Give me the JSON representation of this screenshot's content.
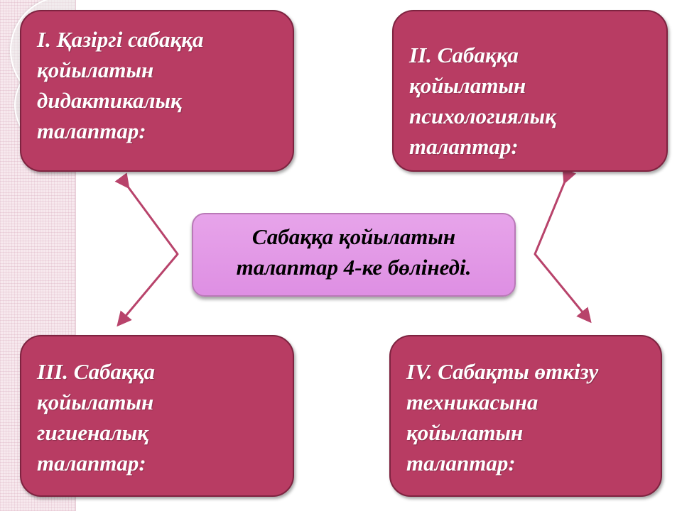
{
  "center": {
    "line1": "Сабаққа қойылатын",
    "line2": "талаптар 4-ке бөлінеді."
  },
  "boxes": [
    {
      "lines": [
        "I. Қазіргі сабаққа",
        "қойылатын",
        "дидактикалық",
        "талаптар:"
      ]
    },
    {
      "lines": [
        "II. Сабаққа",
        "қойылатын",
        "психологиялық",
        "талаптар:"
      ]
    },
    {
      "lines": [
        "III. Сабаққа",
        "қойылатын",
        "гигиеналық",
        "талаптар:"
      ]
    },
    {
      "lines": [
        "IV. Сабақты өткізу",
        "техникасына",
        "қойылатын",
        "талаптар:"
      ]
    }
  ],
  "colors": {
    "box_fill": "#b83c63",
    "box_border": "#7e2340",
    "center_fill": "#e7a4ea",
    "arrow": "#b8436b"
  }
}
